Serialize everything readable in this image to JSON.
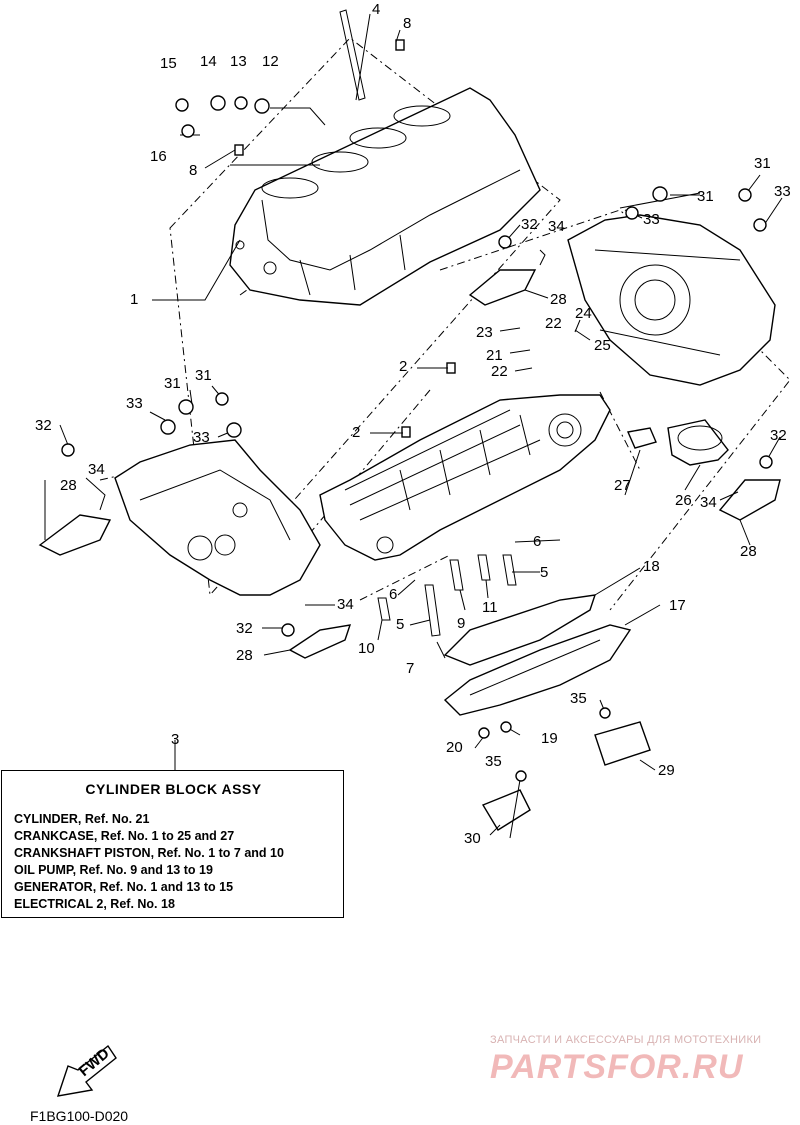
{
  "callouts": {
    "n1": "1",
    "n2a": "2",
    "n2b": "2",
    "n3": "3",
    "n4": "4",
    "n5a": "5",
    "n5b": "5",
    "n6a": "6",
    "n6b": "6",
    "n7": "7",
    "n8a": "8",
    "n8b": "8",
    "n9": "9",
    "n10": "10",
    "n11": "11",
    "n12": "12",
    "n13": "13",
    "n14": "14",
    "n15": "15",
    "n16": "16",
    "n17": "17",
    "n18": "18",
    "n19": "19",
    "n20": "20",
    "n21": "21",
    "n22a": "22",
    "n22b": "22",
    "n23": "23",
    "n24": "24",
    "n25": "25",
    "n26": "26",
    "n27": "27",
    "n28a": "28",
    "n28b": "28",
    "n28c": "28",
    "n28d": "28",
    "n29": "29",
    "n30": "30",
    "n31a": "31",
    "n31b": "31",
    "n31c": "31",
    "n31d": "31",
    "n32a": "32",
    "n32b": "32",
    "n32c": "32",
    "n32d": "32",
    "n33a": "33",
    "n33b": "33",
    "n33c": "33",
    "n33d": "33",
    "n34a": "34",
    "n34b": "34",
    "n34c": "34",
    "n34d": "34",
    "n35a": "35",
    "n35b": "35"
  },
  "assy_box": {
    "title": "CYLINDER BLOCK ASSY",
    "lines": [
      "CYLINDER,  Ref. No. 21",
      "CRANKCASE,  Ref. No. 1 to 25 and 27",
      "CRANKSHAFT PISTON, Ref. No. 1 to 7 and 10",
      "OIL PUMP, Ref. No. 9 and 13 to 19",
      "GENERATOR, Ref. No. 1 and 13 to 15",
      "ELECTRICAL 2, Ref. No. 18"
    ]
  },
  "fwd_label": "FWD",
  "diagram_code": "F1BG100-D020",
  "watermark": {
    "caption": "ЗАПЧАСТИ И АКСЕССУАРЫ ДЛЯ МОТОТЕХНИКИ",
    "logo": "PARTSFOR.RU"
  }
}
